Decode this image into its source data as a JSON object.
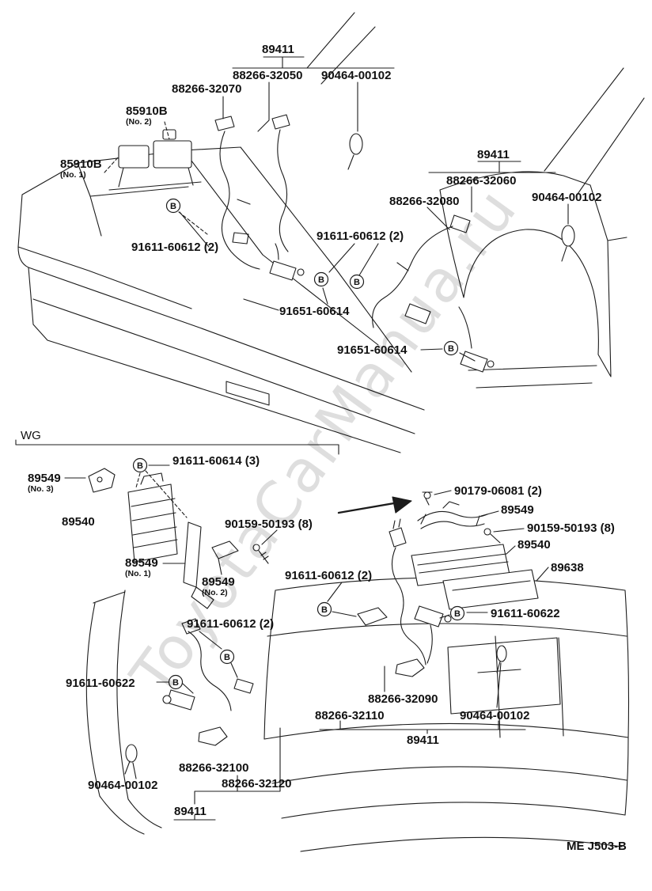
{
  "watermark": "ToyotaCarManua.ru",
  "marker_b": "B",
  "footer_code": "ME J503-B",
  "labels": [
    {
      "text": "89411"
    },
    {
      "text": "88266-32050"
    },
    {
      "text": "90464-00102"
    },
    {
      "text": "88266-32070"
    },
    {
      "text": "85910B",
      "sub": "(No. 2)"
    },
    {
      "text": "85910B",
      "sub": "(No. 1)"
    },
    {
      "text": "89411"
    },
    {
      "text": "88266-32060"
    },
    {
      "text": "90464-00102"
    },
    {
      "text": "88266-32080"
    },
    {
      "text": "91611-60612 (2)"
    },
    {
      "text": "91611-60612 (2)"
    },
    {
      "text": "91651-60614"
    },
    {
      "text": "91651-60614"
    },
    {
      "text": "WG"
    },
    {
      "text": "91611-60614 (3)"
    },
    {
      "text": "89549",
      "sub": "(No. 3)"
    },
    {
      "text": "90179-06081 (2)"
    },
    {
      "text": "89549"
    },
    {
      "text": "89540"
    },
    {
      "text": "90159-50193 (8)"
    },
    {
      "text": "90159-50193 (8)"
    },
    {
      "text": "89540"
    },
    {
      "text": "89549",
      "sub": "(No. 1)"
    },
    {
      "text": "89638"
    },
    {
      "text": "89549",
      "sub": "(No. 2)"
    },
    {
      "text": "91611-60612 (2)"
    },
    {
      "text": "91611-60622"
    },
    {
      "text": "91611-60612 (2)"
    },
    {
      "text": "91611-60622"
    },
    {
      "text": "88266-32090"
    },
    {
      "text": "88266-32110"
    },
    {
      "text": "90464-00102"
    },
    {
      "text": "89411"
    },
    {
      "text": "88266-32100"
    },
    {
      "text": "88266-32120"
    },
    {
      "text": "90464-00102"
    },
    {
      "text": "89411"
    },
    {
      "text": "ME J503-B"
    }
  ]
}
